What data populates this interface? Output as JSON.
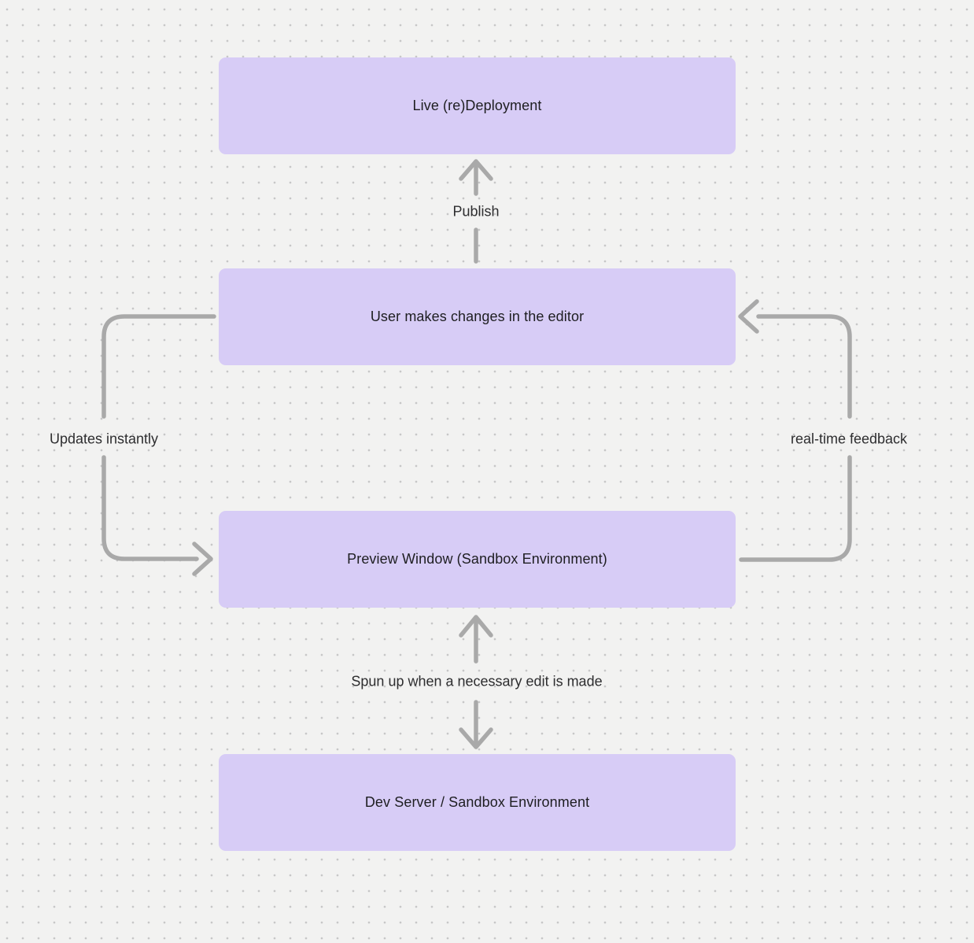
{
  "diagram": {
    "background_color": "#f2f2f1",
    "dot_color": "#c7c7c7",
    "node_fill_color": "#d7ccf6",
    "node_text_color": "#1e1e21",
    "arrow_color": "#a9a9a9",
    "label_text_color": "#2d2d2f",
    "nodes": [
      {
        "id": "live-redeployment",
        "label": "Live (re)Deployment"
      },
      {
        "id": "user-editor",
        "label": "User makes changes in the editor"
      },
      {
        "id": "preview-window",
        "label": "Preview Window (Sandbox Environment)"
      },
      {
        "id": "dev-server",
        "label": "Dev Server / Sandbox Environment"
      }
    ],
    "edges": [
      {
        "id": "publish",
        "label": "Publish",
        "from": "user-editor",
        "to": "live-redeployment",
        "direction": "up"
      },
      {
        "id": "updates-instantly",
        "label": "Updates instantly",
        "from": "user-editor",
        "to": "preview-window",
        "direction": "left-loop-down"
      },
      {
        "id": "real-time-feedback",
        "label": "real-time feedback",
        "from": "preview-window",
        "to": "user-editor",
        "direction": "right-loop-up"
      },
      {
        "id": "spun-up",
        "label": "Spun up when a necessary edit is made",
        "from": "preview-window",
        "to": "dev-server",
        "bidirectional": true
      }
    ]
  }
}
